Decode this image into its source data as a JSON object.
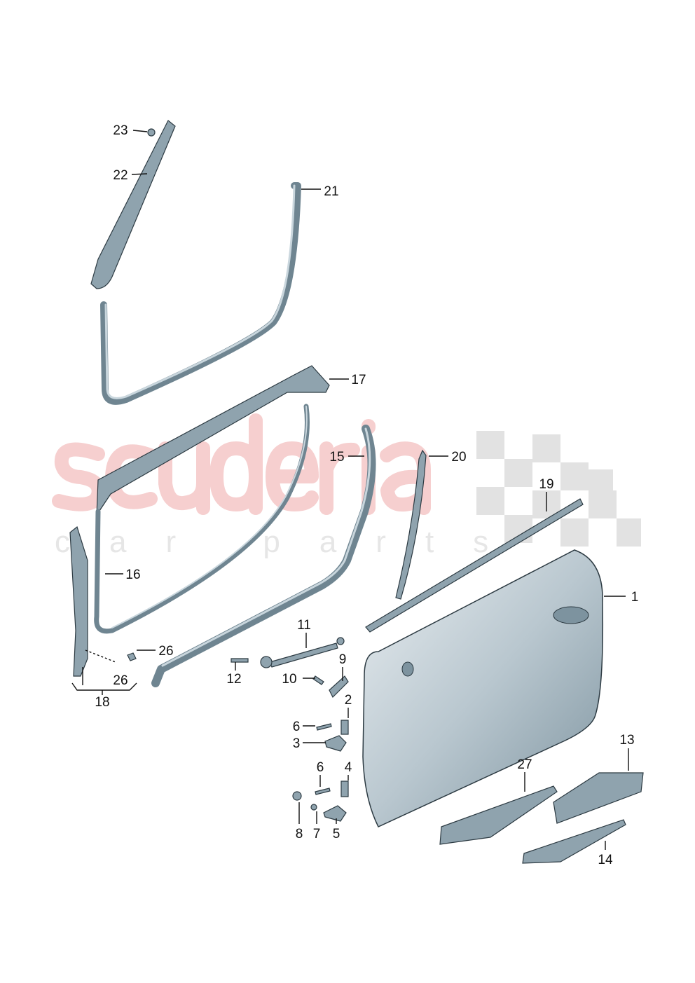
{
  "watermark": {
    "brand": "scuderia",
    "tagline": "car parts"
  },
  "callouts": {
    "c1": "1",
    "c2": "2",
    "c3": "3",
    "c4": "4",
    "c5": "5",
    "c6a": "6",
    "c6b": "6",
    "c7": "7",
    "c8": "8",
    "c9": "9",
    "c10": "10",
    "c11": "11",
    "c12": "12",
    "c13": "13",
    "c14": "14",
    "c15": "15",
    "c16": "16",
    "c17": "17",
    "c18": "18",
    "c19": "19",
    "c20": "20",
    "c21": "21",
    "c22": "22",
    "c23": "23",
    "c26a": "26",
    "c26b": "26",
    "c27": "27"
  },
  "colors": {
    "part": "#8fa3ae",
    "outline": "#2c3a42",
    "watermark": "#f6cfcf"
  }
}
